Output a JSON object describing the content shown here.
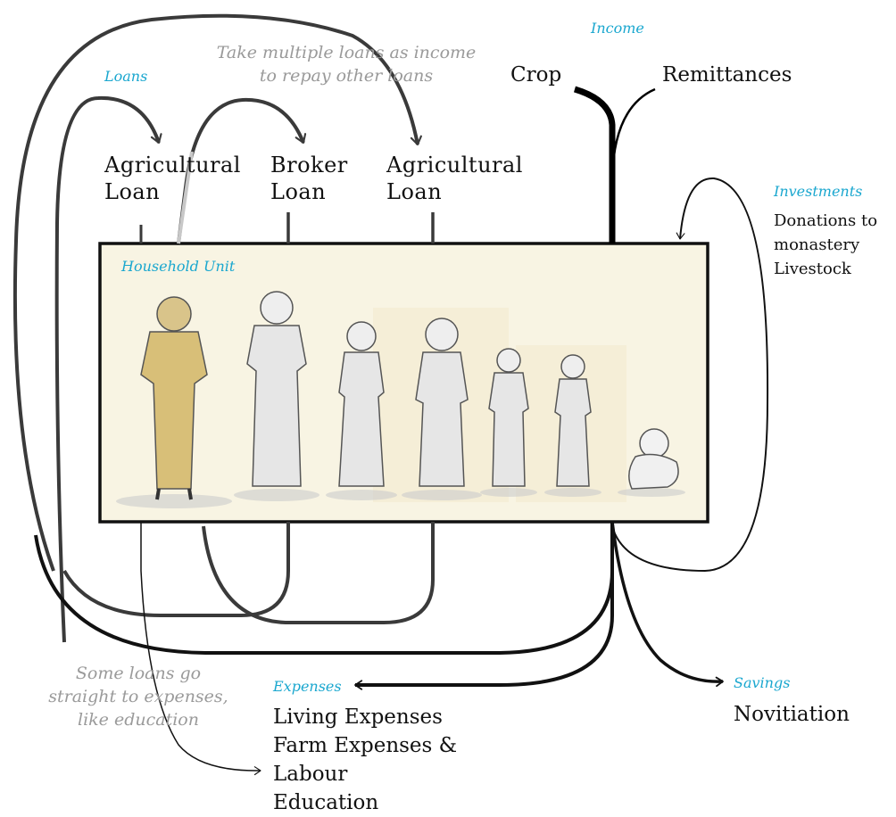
{
  "labels": {
    "income": "Income",
    "crop": "Crop",
    "remittances": "Remittances",
    "loans": "Loans",
    "multi_loan_note": "Take multiple loans as income\nto repay other loans",
    "loan1": "Agricultural\nLoan",
    "loan2": "Broker\nLoan",
    "loan3": "Agricultural\nLoan",
    "investments": "Investments",
    "investments_items": "Donations to\nmonastery\nLivestock",
    "household": "Household Unit",
    "expenses": "Expenses",
    "expenses_items": "Living Expenses\nFarm Expenses &\nLabour\nEducation",
    "expenses_note": "Some loans go\nstraight to expenses,\nlike education",
    "savings": "Savings",
    "savings_items": "Novitiation"
  },
  "colors": {
    "accent": "#1aa7cf",
    "note": "#9a9a9a",
    "flow": "#3a3a3a",
    "household_bg": "#f8f4e3"
  },
  "figures": [
    "adult-man",
    "adult-woman",
    "teen-girl",
    "young-woman",
    "boy",
    "girl",
    "baby"
  ]
}
